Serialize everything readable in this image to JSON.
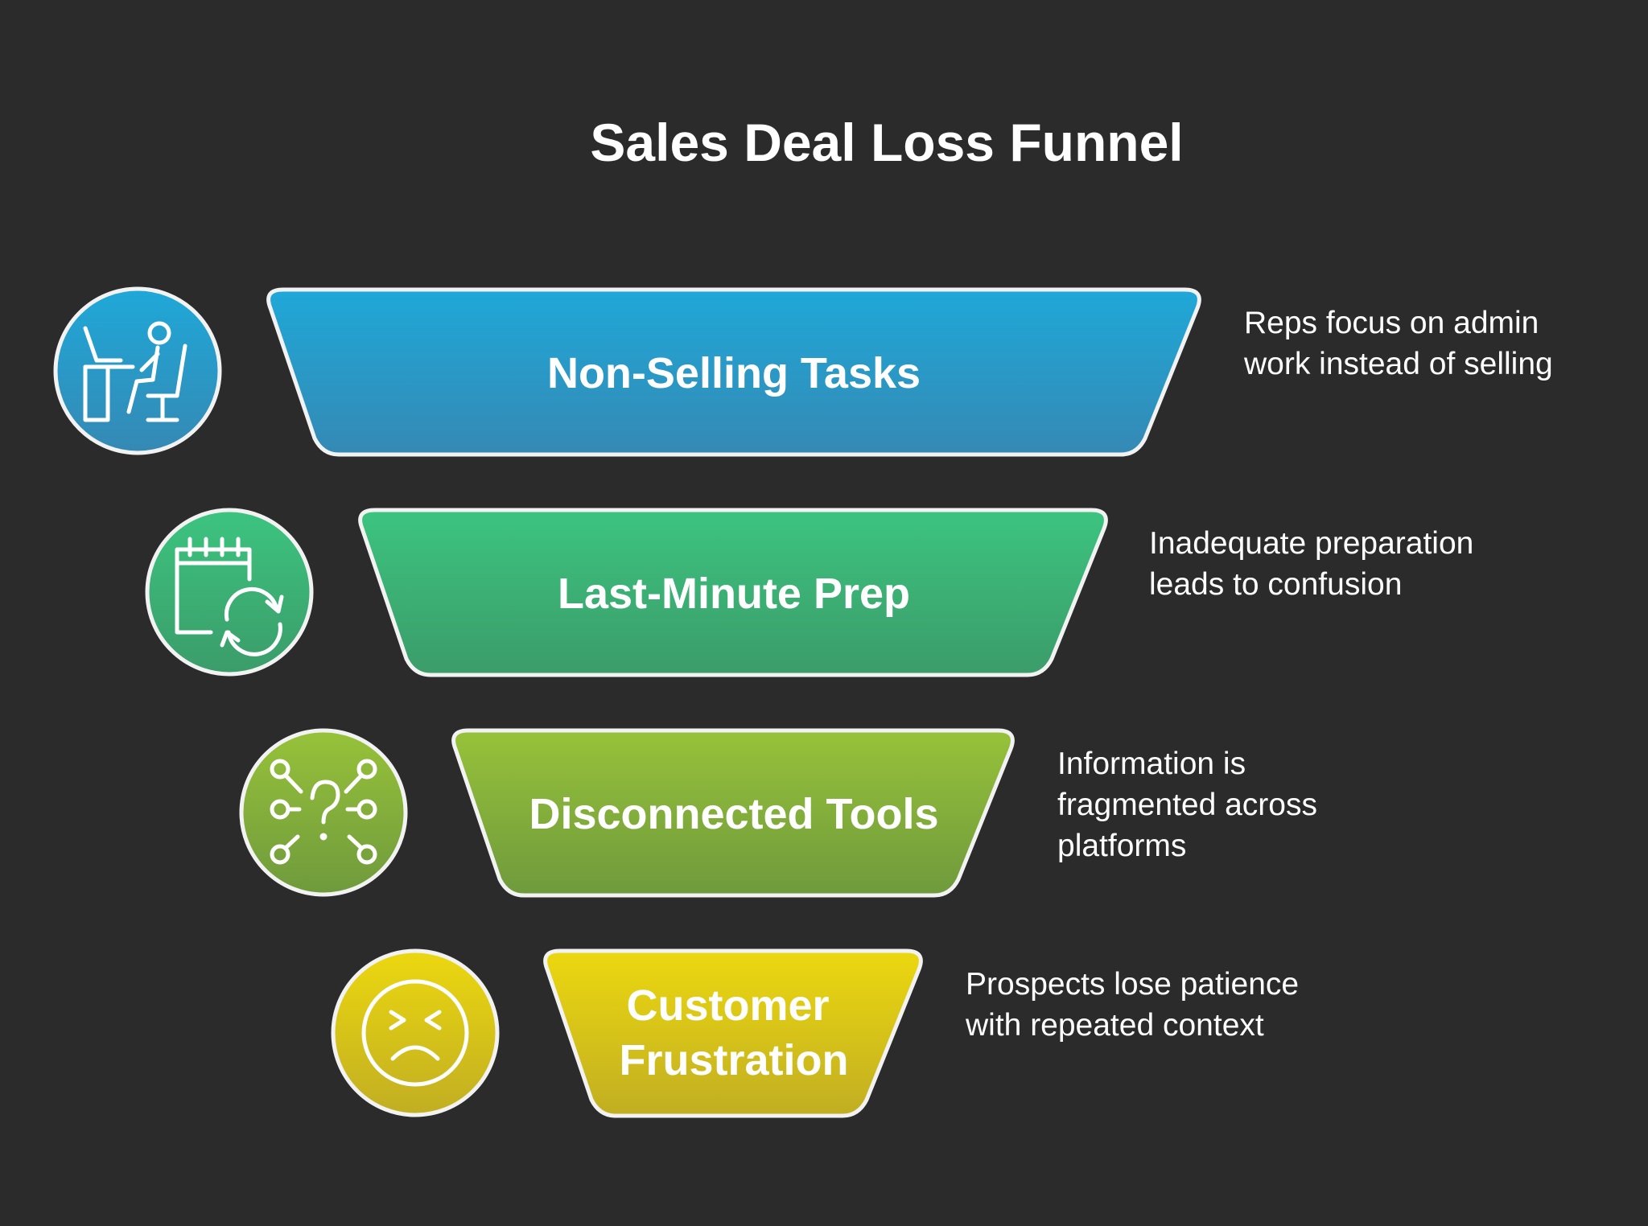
{
  "title": "Sales Deal Loss Funnel",
  "colors": {
    "background": "#2b2b2b",
    "outline": "#f2f2f2",
    "text": "#ffffff"
  },
  "stages": [
    {
      "label_lines": [
        "Non-Selling Tasks"
      ],
      "description_lines": [
        "Reps focus on admin",
        "work instead of selling"
      ],
      "icon": "desk-worker-icon",
      "color_top": "#1fa8d8",
      "color_bottom": "#3589b4"
    },
    {
      "label_lines": [
        "Last-Minute Prep"
      ],
      "description_lines": [
        "Inadequate preparation",
        "leads to confusion"
      ],
      "icon": "calendar-refresh-icon",
      "color_top": "#3cc47f",
      "color_bottom": "#3b9c6a"
    },
    {
      "label_lines": [
        "Disconnected Tools"
      ],
      "description_lines": [
        "Information is",
        "fragmented across",
        "platforms"
      ],
      "icon": "question-network-icon",
      "color_top": "#97c23a",
      "color_bottom": "#6f9a3c"
    },
    {
      "label_lines": [
        "Customer",
        "Frustration"
      ],
      "description_lines": [
        "Prospects lose patience",
        "with repeated context"
      ],
      "icon": "frustrated-face-icon",
      "color_top": "#ecd80f",
      "color_bottom": "#c1ae22"
    }
  ]
}
